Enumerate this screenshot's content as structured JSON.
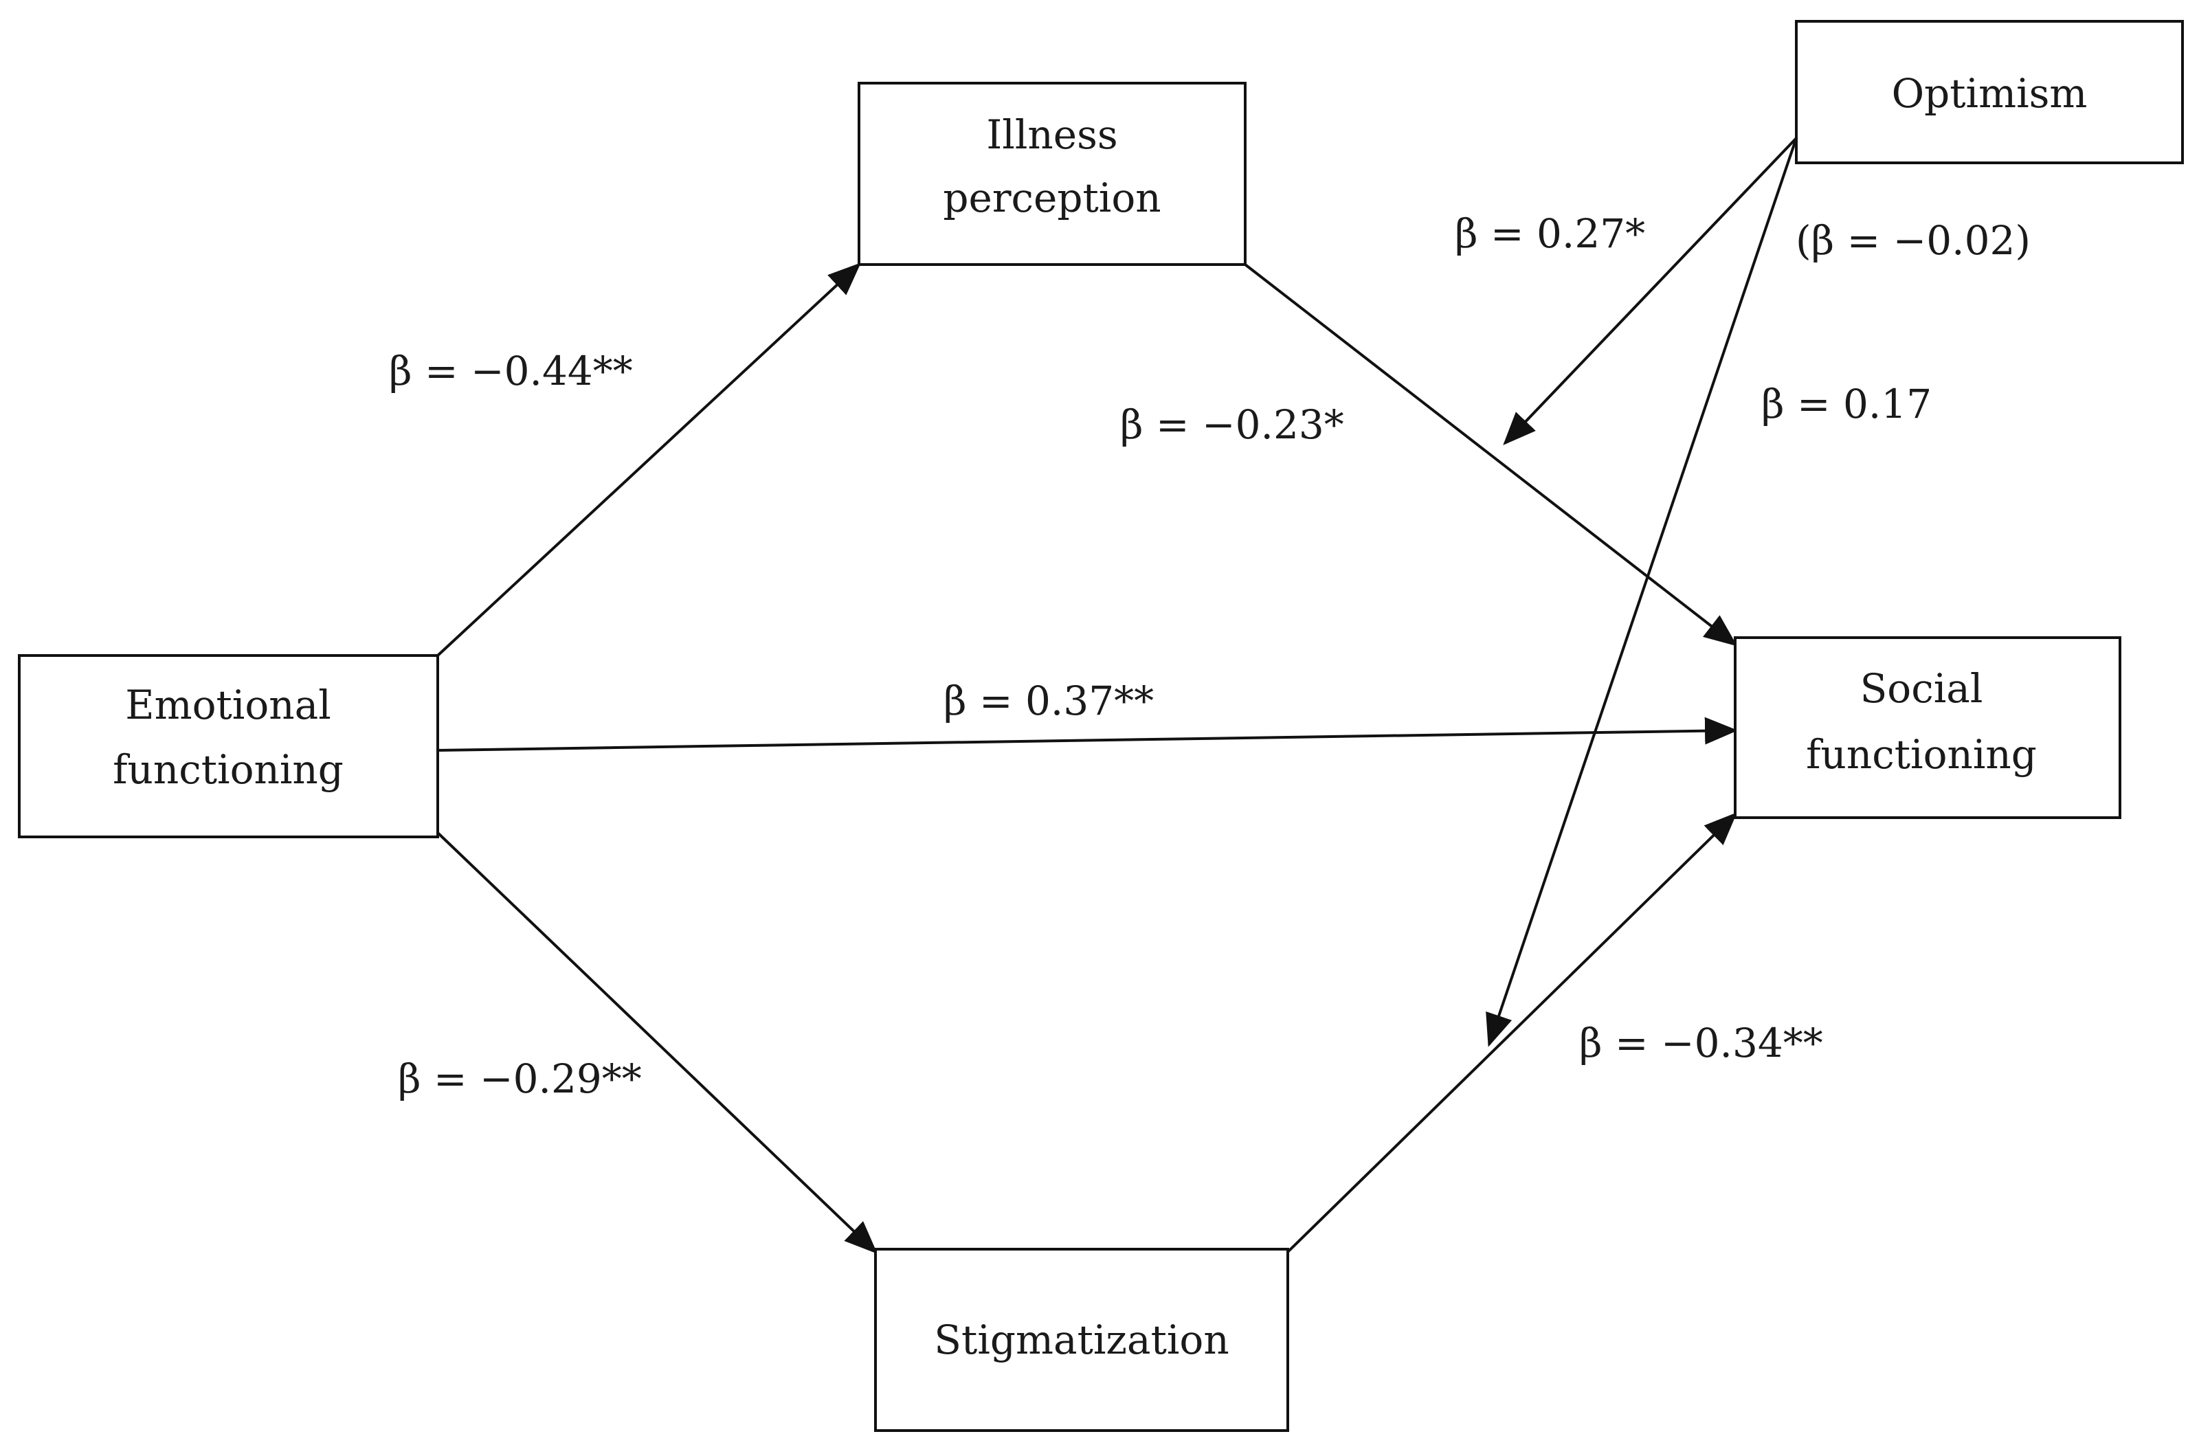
{
  "nodes": {
    "emotional_functioning": {
      "line1": "Emotional",
      "line2": "functioning"
    },
    "illness_perception": {
      "line1": "Illness",
      "line2": "perception"
    },
    "stigmatization": {
      "line1": "Stigmatization"
    },
    "social_functioning": {
      "line1": "Social",
      "line2": "functioning"
    },
    "optimism": {
      "line1": "Optimism"
    }
  },
  "edges": {
    "emotional_to_illness": "β = −0.44**",
    "illness_to_social": "β = −0.23*",
    "emotional_to_social": "β = 0.37**",
    "emotional_to_stigma": "β = −0.29**",
    "stigma_to_social": "β = −0.34**",
    "optimism_to_illness_social": "β = 0.27*",
    "optimism_to_illness_social_alt": "(β = −0.02)",
    "optimism_to_stigma_social": "β = 0.17"
  }
}
